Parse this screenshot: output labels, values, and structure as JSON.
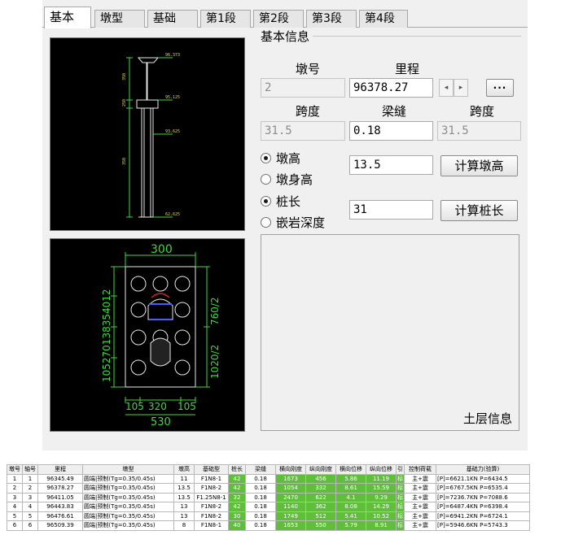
{
  "tabs": [
    {
      "label": "基本",
      "active": true
    },
    {
      "label": "墩型"
    },
    {
      "label": "基础"
    },
    {
      "label": "第1段"
    },
    {
      "label": "第2段"
    },
    {
      "label": "第3段"
    },
    {
      "label": "第4段"
    }
  ],
  "basic_info": {
    "title": "基本信息",
    "pier_no_label": "墩号",
    "mileage_label": "里程",
    "span_left_label": "跨度",
    "gap_label": "梁缝",
    "span_right_label": "跨度",
    "pier_no": "2",
    "mileage": "96378.27",
    "span_left": "31.5",
    "gap": "0.18",
    "span_right": "31.5",
    "prev_glyph": "◂",
    "next_glyph": "▸",
    "more_label": "...",
    "pier_height_label": "墩高",
    "pier_body_height_label": "墩身高",
    "pier_height_value": "13.5",
    "calc_pier_height_label": "计算墩高",
    "pile_length_label": "桩长",
    "rock_depth_label": "嵌岩深度",
    "pile_length_value": "31",
    "calc_pile_length_label": "计算桩长",
    "selected_height_option": "墩高",
    "selected_pile_option": "桩长"
  },
  "soil_info": {
    "label": "土层信息"
  },
  "elevation_drawing": {
    "labels": [
      "96.373",
      "95.125",
      "93.625",
      "62.625"
    ],
    "dims": [
      "350",
      "250",
      "350"
    ]
  },
  "plan_drawing": {
    "top_dim": "300",
    "left_dims": "105270138354012",
    "right_dims": [
      "760/2",
      "1020/2"
    ],
    "bottom_dims": [
      "105",
      "320",
      "105"
    ],
    "bottom_total": "530"
  },
  "table": {
    "headers": [
      "墩号",
      "轴号",
      "里程",
      "墩型",
      "墩高",
      "基础型",
      "桩长",
      "梁缝",
      "横向刚度",
      "纵向刚度",
      "横向位移",
      "纵向位移",
      "引",
      "控制荷载",
      "基础力(验算)"
    ],
    "rows": [
      [
        "1",
        "1",
        "96345.49",
        "圆端|预制(Tg=0.35/0.45s)",
        "11",
        "F1N8-1",
        "42",
        "0.18",
        "1673",
        "456",
        "5.86",
        "11.19",
        "标",
        "主+震",
        "[P]=6621.1KN P=6434.5"
      ],
      [
        "2",
        "2",
        "96378.27",
        "圆端|预制(Tg=0.35/0.45s)",
        "13.5",
        "F1N8-2",
        "42",
        "0.18",
        "1054",
        "332",
        "8.61",
        "15.59",
        "标",
        "主+震",
        "[P]=6767.5KN P=6535.4"
      ],
      [
        "3",
        "3",
        "96411.05",
        "圆端|预制(Tg=0.35/0.45s)",
        "13.5",
        "F1.25N8-1",
        "32",
        "0.18",
        "2470",
        "622",
        "4.1",
        "9.29",
        "标",
        "主+震",
        "[P]=7236.7KN P=7088.6"
      ],
      [
        "4",
        "4",
        "96443.83",
        "圆端|预制(Tg=0.35/0.45s)",
        "13",
        "F1N8-2",
        "42",
        "0.18",
        "1140",
        "362",
        "8.08",
        "14.29",
        "标",
        "主+震",
        "[P]=6487.4KN P=6398.4"
      ],
      [
        "5",
        "5",
        "96476.61",
        "圆端|预制(Tg=0.35/0.45s)",
        "13",
        "F1N8-2",
        "30",
        "0.18",
        "1749",
        "512",
        "5.41",
        "10.52",
        "标",
        "主+震",
        "[P]=6941.2KN P=6724.1"
      ],
      [
        "6",
        "6",
        "96509.39",
        "圆端|预制(Tg=0.35/0.45s)",
        "8",
        "F1N8-1",
        "40",
        "0.18",
        "1653",
        "550",
        "5.79",
        "8.91",
        "标",
        "主+震",
        "[P]=5946.6KN P=5743.3"
      ]
    ]
  },
  "colors": {
    "cad_background": "#000000",
    "cad_drawing": "#e8e8e8",
    "cad_dims": "#3cdc3c",
    "cad_text_accent": "#e8d84a",
    "cad_red": "#e02020",
    "cad_blue": "#4060ff",
    "table_green": "#5fbf3a",
    "table_light_green": "#8fd16a"
  }
}
